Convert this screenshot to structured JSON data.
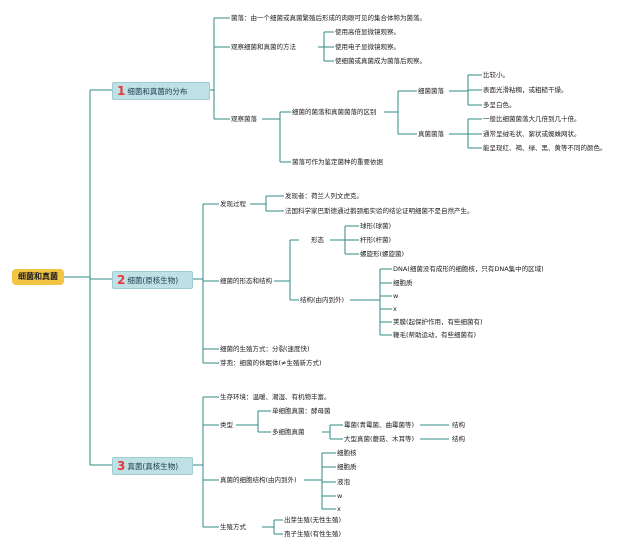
{
  "root": "细菌和真菌",
  "colors": {
    "line": "#2e8b84",
    "root_fill": "#f4c542",
    "section_fill": "#bfe1e5",
    "number": "#e23b3b"
  },
  "s1": {
    "num": "1",
    "title": "细菌和真菌的分布",
    "colony_def": "菌落：由一个细菌或真菌繁殖后形成的肉眼可见的集合体称为菌落。",
    "methods": {
      "label": "观察细菌和真菌的方法",
      "items": [
        "使用高倍显微镜观察。",
        "使用电子显微镜观察。",
        "使细菌或真菌成为菌落后观察。"
      ]
    },
    "observe": {
      "label": "观察菌落",
      "diff": "细菌的菌落和真菌菌落的区别",
      "bacteria": {
        "label": "细菌菌落",
        "items": [
          "比较小。",
          "表面光滑粘稠，或粗糙干燥。",
          "多呈白色。"
        ]
      },
      "fungi": {
        "label": "真菌菌落",
        "items": [
          "一般比细菌菌落大几倍到几十倍。",
          "通常呈绒毛状、絮状或蜘蛛网状。",
          "能呈现红、褐、绿、黑、黄等不同的颜色。"
        ]
      },
      "basis": "菌落可作为鉴定菌种的重要依据"
    }
  },
  "s2": {
    "num": "2",
    "title": "细菌(原核生物)",
    "discovery": {
      "label": "发现过程",
      "items": [
        "发现者：荷兰人列文虎克。",
        "法国科学家巴斯德通过鹅颈瓶实验的结论证明细菌不是自然产生。"
      ]
    },
    "morph": {
      "label": "细菌的形态和结构",
      "shape": {
        "label": "形态",
        "items": [
          "球形(球菌)",
          "杆形(杆菌)",
          "螺旋形(螺旋菌)"
        ]
      },
      "struct": {
        "label": "结构(由内到外)",
        "items": [
          "DNA(细菌没有成形的细胞核，只有DNA集中的区域)",
          "细胞质",
          "w",
          "x",
          "荚膜(起保护作用，有些细菌有)",
          "鞭毛(帮助运动，有些细菌有)"
        ]
      }
    },
    "repro": "细菌的生殖方式：分裂(速度快)",
    "spore": "芽孢：细菌的休眠体(≠生殖新方式)"
  },
  "s3": {
    "num": "3",
    "title": "真菌(真核生物)",
    "env": "生存环境：温暖、潮湿、有机物丰富。",
    "types": {
      "label": "类型",
      "uni": "单细胞真菌：酵母菌",
      "multi": {
        "label": "多细胞真菌",
        "items": [
          "霉菌(青霉菌、曲霉菌等)",
          "大型真菌(蘑菇、木耳等)"
        ]
      },
      "struct1": "结构",
      "struct2": "结构"
    },
    "cell": {
      "label": "真菌的细胞结构(由内到外)",
      "items": [
        "细胞核",
        "细胞质",
        "液泡",
        "w",
        "x"
      ]
    },
    "repro": {
      "label": "生殖方式",
      "items": [
        "出芽生殖(无性生殖)",
        "孢子生殖(有性生殖)"
      ]
    }
  }
}
